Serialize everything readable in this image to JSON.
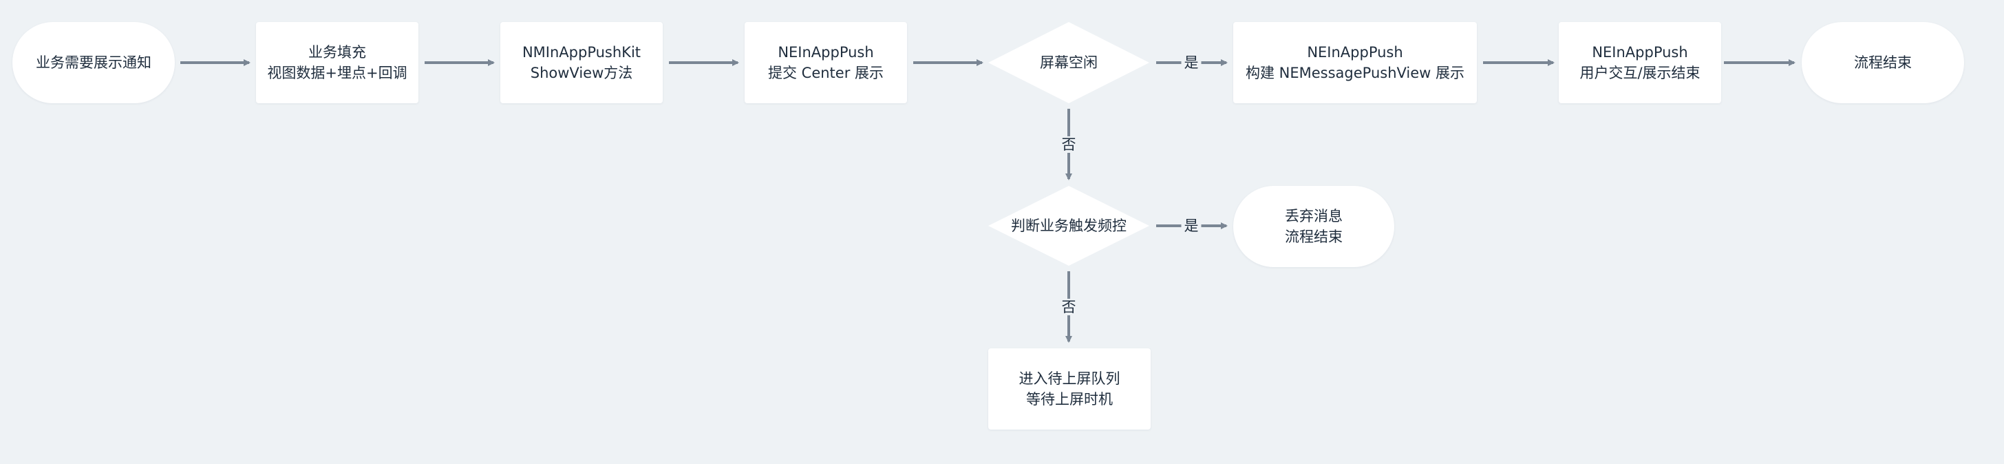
{
  "colors": {
    "background": "#eef2f5",
    "node_fill": "#ffffff",
    "arrow": "#7a8694",
    "text": "#1f2d3d"
  },
  "nodes": {
    "start": {
      "line1": "业务需要展示通知"
    },
    "fill": {
      "line1": "业务填充",
      "line2": "视图数据+埋点+回调"
    },
    "kit": {
      "line1": "NMInAppPushKit",
      "line2": "ShowView方法"
    },
    "submit": {
      "line1": "NEInAppPush",
      "line2": "提交 Center 展示"
    },
    "idle": {
      "line1": "屏幕空闲"
    },
    "build": {
      "line1": "NEInAppPush",
      "line2": "构建 NEMessagePushView 展示"
    },
    "interact": {
      "line1": "NEInAppPush",
      "line2": "用户交互/展示结束"
    },
    "end": {
      "line1": "流程结束"
    },
    "freq": {
      "line1": "判断业务触发频控"
    },
    "discard": {
      "line1": "丢弃消息",
      "line2": "流程结束"
    },
    "queue": {
      "line1": "进入待上屏队列",
      "line2": "等待上屏时机"
    }
  },
  "edge_labels": {
    "idle_yes": "是",
    "idle_no": "否",
    "freq_yes": "是",
    "freq_no": "否"
  }
}
